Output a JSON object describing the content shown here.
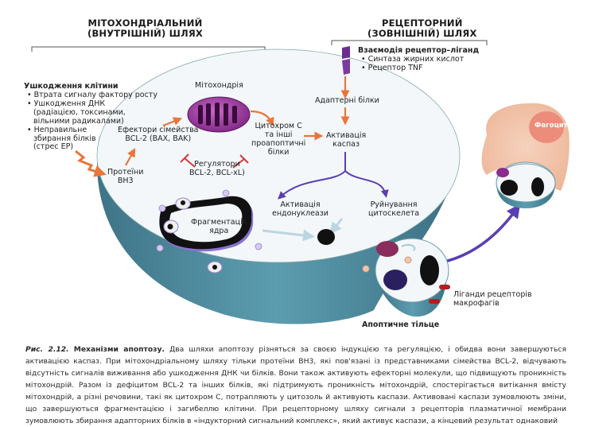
{
  "headers": {
    "intrinsic_line1": "МІТОХОНДРІАЛЬНИЙ",
    "intrinsic_line2": "(ВНУТРІШНІЙ) ШЛЯХ",
    "extrinsic_line1": "РЕЦЕПТОРНИЙ",
    "extrinsic_line2": "(ЗОВНІШНІЙ) ШЛЯХ"
  },
  "cell_injury": {
    "title": "Ушкодження клітини",
    "items": [
      "• Втрата сигналу фактору росту",
      "• Ушкодження ДНК",
      "(радіацією, токсинами,",
      "вільними радикалами)",
      "• Неправильне",
      "збирання білків",
      "(стрес ЕР)"
    ]
  },
  "receptor": {
    "title": "Взаємодія рецептор–ліганд",
    "items": [
      "• Синтаза жирних кислот",
      "• Рецептор TNF"
    ]
  },
  "labels": {
    "mitochondria": "Мітохондрія",
    "effectors_1": "Ефектори сімейства",
    "effectors_2": "BCL-2 (BAX, BAK)",
    "bh3_1": "Протеїни",
    "bh3_2": "BH3",
    "regulators_1": "Регулятори",
    "regulators_2": "BCL-2, BCL-xL)",
    "cytc_1": "Цитохром С",
    "cytc_2": "та інші",
    "cytc_3": "проапоптичні",
    "cytc_4": "білки",
    "adapter": "Адаптерні білки",
    "caspase_1": "Активація",
    "caspase_2": "каспаз",
    "endo_1": "Активація",
    "endo_2": "ендонуклеази",
    "cyto_1": "Руйнування",
    "cyto_2": "цитоскелета",
    "frag_1": "Фрагментація",
    "frag_2": "ядра",
    "ligands_1": "Ліганди рецепторів",
    "ligands_2": "макрофагів",
    "apoptotic_body": "Апоптичне тільце",
    "phagocyte": "Фагоцит"
  },
  "caption": {
    "figure": "Рис. 2.12.",
    "title": "Механізми апоптозу.",
    "text": "Два шляхи апоптозу різняться за своєю індукцією та регуляцією, і обидва вони завершуються активацією каспаз. При мітохондріальному шляху тільки протеїни BH3, які пов'язані із представниками сімейства BCL-2, відчувають відсутність сигналів виживання або ушкодження ДНК чи білків. Вони також активують ефекторні молекули, що підвищують проникність мітохондрій. Разом із дефіцитом BCL-2 та інших білків, які підтримують проникність мітохондрій, спостерігається витікання вмісту мітохондрій, а різні речовини, такі як цитохром С, потрапляють у цитозоль й активують каспази. Активовані каспази зумовлюють зміни, що завершуються фрагментацією і загибеллю клітини. При рецепторному шляху сигнали з рецепторів плазматичної мембрани зумовлюють збирання адапторних білків в «індукторний сигнальний комплекс», який активує каспази, а кінцевий результат однаковий"
  },
  "colors": {
    "activation_arrow": "#e8753a",
    "inhibition": "#d23a3a",
    "execution_arrow": "#5a3fb0",
    "cell_rim": "#4e8c9e",
    "cell_fill": "#f3f7fa",
    "mitochondria": "#8a2d8c",
    "phagocyte": "#f2c1a6"
  }
}
